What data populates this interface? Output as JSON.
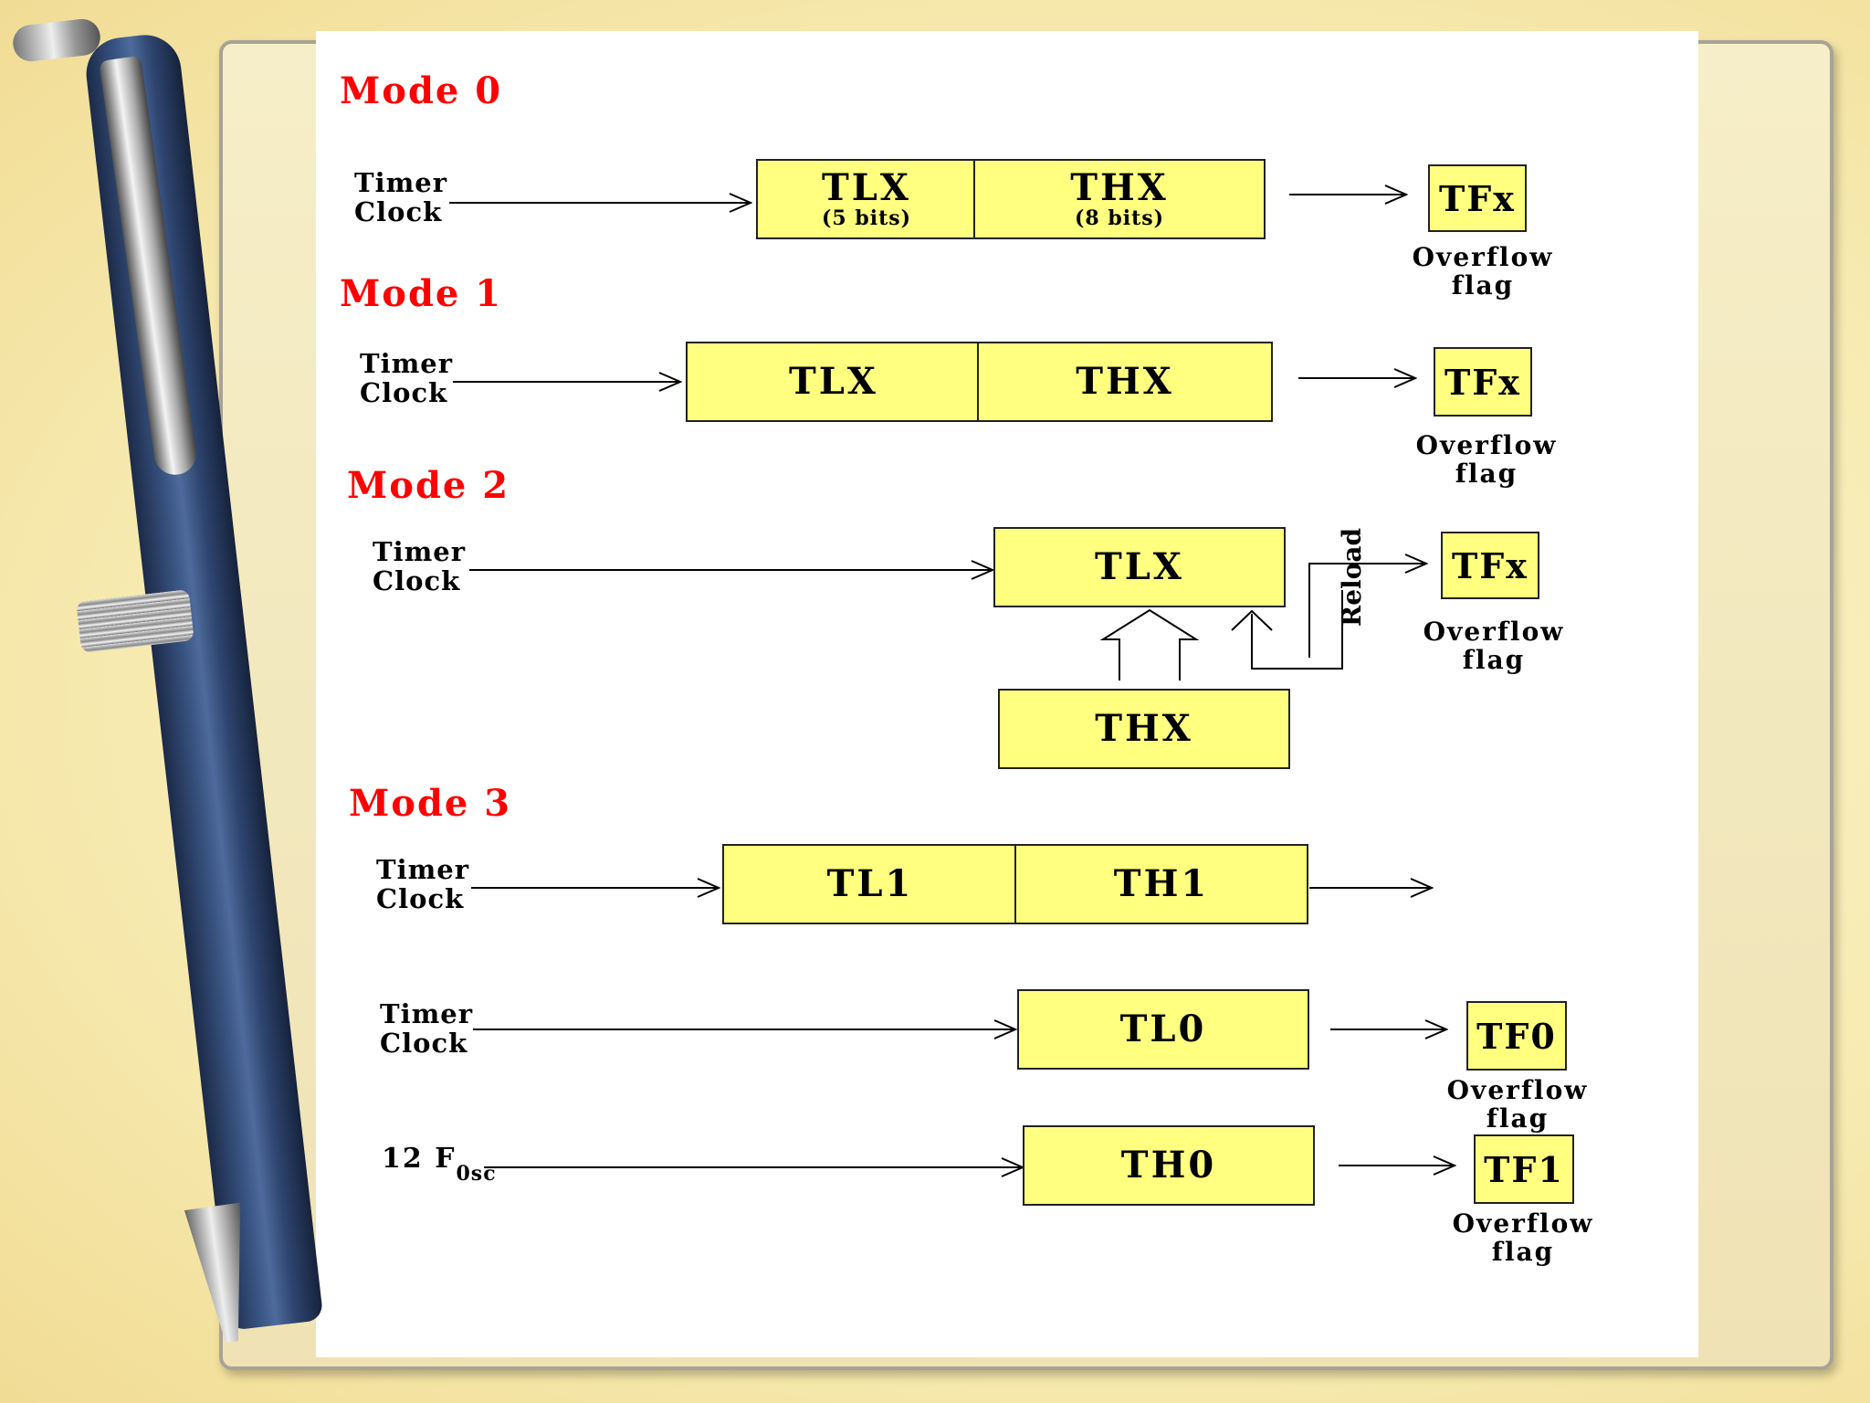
{
  "modes": [
    {
      "title": "Mode 0",
      "clock_label": [
        "Timer",
        "Clock"
      ],
      "registers": [
        {
          "name": "TLX",
          "sub": "(5 bits)"
        },
        {
          "name": "THX",
          "sub": "(8 bits)"
        }
      ],
      "flag": {
        "name": "TFx",
        "label": [
          "Overflow",
          "flag"
        ]
      }
    },
    {
      "title": "Mode 1",
      "clock_label": [
        "Timer",
        "Clock"
      ],
      "registers": [
        {
          "name": "TLX"
        },
        {
          "name": "THX"
        }
      ],
      "flag": {
        "name": "TFx",
        "label": [
          "Overflow",
          "flag"
        ]
      }
    },
    {
      "title": "Mode 2",
      "clock_label": [
        "Timer",
        "Clock"
      ],
      "registers": [
        {
          "name": "TLX"
        },
        {
          "name": "THX"
        }
      ],
      "reload_label": "Reload",
      "flag": {
        "name": "TFx",
        "label": [
          "Overflow",
          "flag"
        ]
      }
    },
    {
      "title": "Mode 3",
      "rows": [
        {
          "input_label": [
            "Timer",
            "Clock"
          ],
          "registers": [
            {
              "name": "TL1"
            },
            {
              "name": "TH1"
            }
          ]
        },
        {
          "input_label": [
            "Timer",
            "Clock"
          ],
          "registers": [
            {
              "name": "TL0"
            }
          ],
          "flag": {
            "name": "TF0",
            "label": [
              "Overflow",
              "flag"
            ]
          }
        },
        {
          "input_label": {
            "main": "12 F",
            "sub": "0sc"
          },
          "registers": [
            {
              "name": "TH0"
            }
          ],
          "flag": {
            "name": "TF1",
            "label": [
              "Overflow",
              "flag"
            ]
          }
        }
      ]
    }
  ],
  "colors": {
    "mode_title": "#ff0000",
    "register_fill": "#ffff80",
    "line": "#000000"
  },
  "decor": [
    "pen-illustration",
    "notepad-background"
  ]
}
